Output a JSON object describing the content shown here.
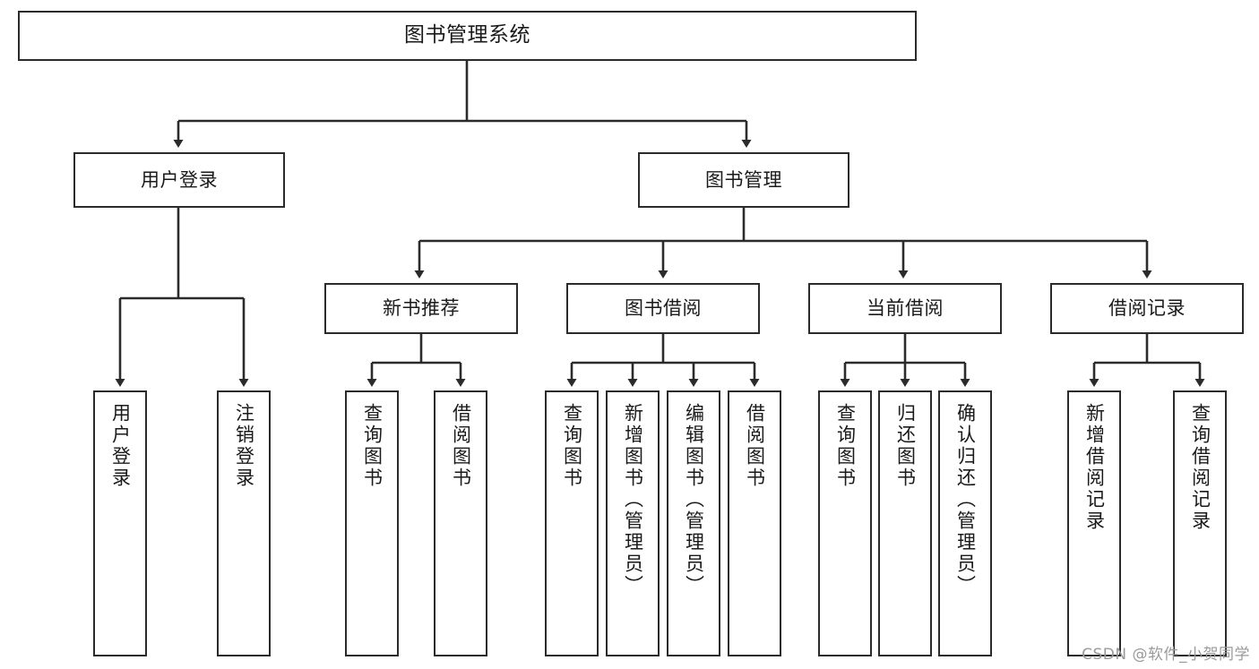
{
  "diagram": {
    "type": "hierarchy-tree",
    "title": "图书管理系统",
    "levels": 4,
    "root": {
      "id": "root",
      "label": "图书管理系统"
    },
    "level2": [
      {
        "id": "user-login",
        "label": "用户登录"
      },
      {
        "id": "book-manage",
        "label": "图书管理"
      }
    ],
    "level3": [
      {
        "id": "new-book-recommend",
        "label": "新书推荐"
      },
      {
        "id": "book-borrow",
        "label": "图书借阅"
      },
      {
        "id": "current-borrow",
        "label": "当前借阅"
      },
      {
        "id": "borrow-record",
        "label": "借阅记录"
      }
    ],
    "leaves": {
      "user_login": [
        {
          "id": "leaf-user-login",
          "label": "用户登录"
        },
        {
          "id": "leaf-logout-login",
          "label": "注销登录"
        }
      ],
      "new_book_recommend": [
        {
          "id": "leaf-query-book-1",
          "label": "查询图书"
        },
        {
          "id": "leaf-borrow-book-1",
          "label": "借阅图书"
        }
      ],
      "book_borrow": [
        {
          "id": "leaf-query-book-2",
          "label": "查询图书"
        },
        {
          "id": "leaf-add-book",
          "label": "新增图书（管理员）"
        },
        {
          "id": "leaf-edit-book",
          "label": "编辑图书（管理员）"
        },
        {
          "id": "leaf-borrow-book-2",
          "label": "借阅图书"
        }
      ],
      "current_borrow": [
        {
          "id": "leaf-query-book-3",
          "label": "查询图书"
        },
        {
          "id": "leaf-return-book",
          "label": "归还图书"
        },
        {
          "id": "leaf-confirm-return",
          "label": "确认归还（管理员）"
        }
      ],
      "borrow_record": [
        {
          "id": "leaf-add-record",
          "label": "新增借阅记录"
        },
        {
          "id": "leaf-query-record",
          "label": "查询借阅记录"
        }
      ]
    }
  },
  "watermark": {
    "text": "CSDN @软件_小贺同学"
  },
  "colors": {
    "stroke": "#2b2b2b",
    "fill": "#ffffff",
    "text": "#1a1a1a",
    "watermark": "#9a9a9a"
  }
}
